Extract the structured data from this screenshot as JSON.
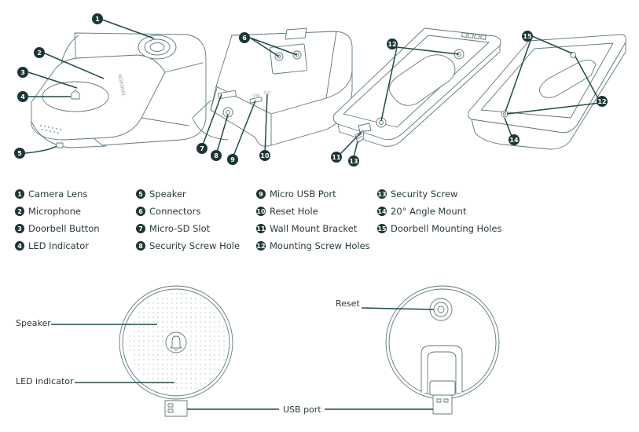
{
  "legend": [
    {
      "num": "1",
      "text": "Camera Lens"
    },
    {
      "num": "2",
      "text": "Microphone"
    },
    {
      "num": "3",
      "text": "Doorbell Button"
    },
    {
      "num": "4",
      "text": "LED Indicator"
    },
    {
      "num": "5",
      "text": "Speaker"
    },
    {
      "num": "6",
      "text": "Connectors"
    },
    {
      "num": "7",
      "text": "Micro-SD Slot"
    },
    {
      "num": "8",
      "text": "Security Screw Hole"
    },
    {
      "num": "9",
      "text": "Micro USB Port"
    },
    {
      "num": "10",
      "text": "Reset Hole"
    },
    {
      "num": "11",
      "text": "Wall Mount Bracket"
    },
    {
      "num": "12",
      "text": "Mounting Screw Holes"
    },
    {
      "num": "13",
      "text": "Security Screw"
    },
    {
      "num": "14",
      "text": "20° Angle Mount"
    },
    {
      "num": "15",
      "text": "Doorbell Mounting Holes"
    }
  ],
  "chime": {
    "speaker_label": "Speaker",
    "led_label": "LED indicator",
    "usb_label": "USB port",
    "reset_label": "Reset"
  },
  "device_marking": "NORDVAL",
  "port_marks": {
    "usb": "USB",
    "rst": "RST"
  },
  "colors": {
    "accent": "#1c3536",
    "outline": "#5e7877",
    "leader": "#1f4a4a"
  }
}
